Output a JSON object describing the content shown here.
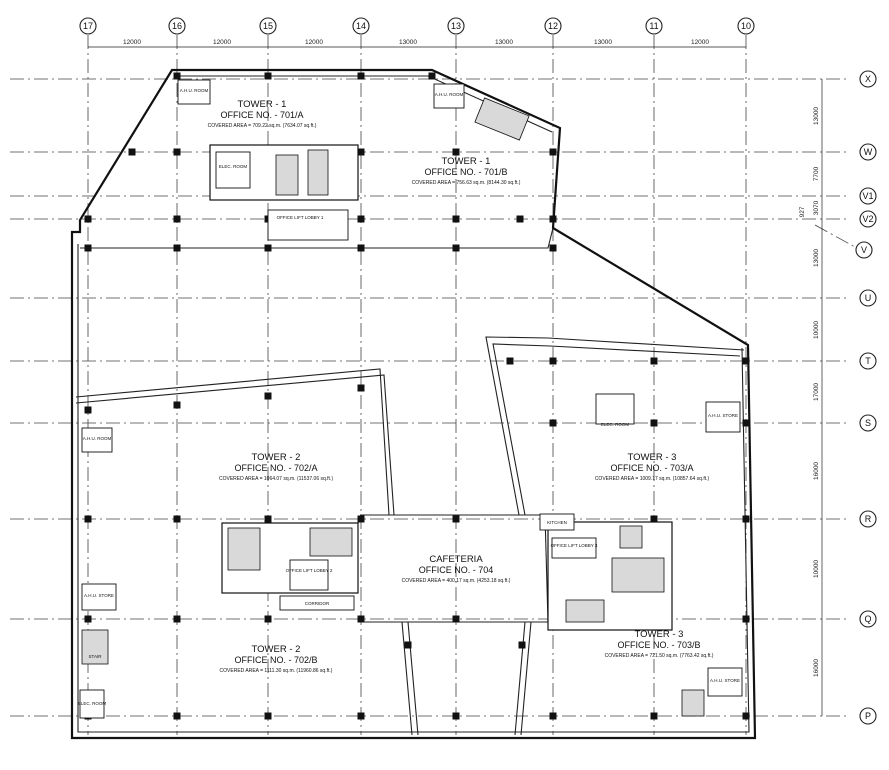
{
  "grid": {
    "columns": [
      "17",
      "16",
      "15",
      "14",
      "13",
      "12",
      "11",
      "10"
    ],
    "column_spacings": [
      "12000",
      "12000",
      "12000",
      "13000",
      "13000",
      "13000",
      "12000"
    ],
    "rows": [
      "X",
      "W",
      "V1",
      "V2",
      "V",
      "U",
      "T",
      "S",
      "R",
      "Q",
      "P"
    ],
    "row_spacings": [
      "13000",
      "7700",
      "3070",
      "13000",
      "10000",
      "17000",
      "16000",
      "10000",
      "16000"
    ],
    "row_small_dim": "927"
  },
  "units": {
    "tower1a": {
      "title": "TOWER - 1",
      "office": "OFFICE NO. - 701/A",
      "area": "COVERED AREA = 709.22 sq.m. (7634.07 sq.ft.)"
    },
    "tower1b": {
      "title": "TOWER - 1",
      "office": "OFFICE NO. - 701/B",
      "area": "COVERED AREA = 756.63 sq.m. (8144.30 sq.ft.)"
    },
    "tower2a": {
      "title": "TOWER - 2",
      "office": "OFFICE NO. - 702/A",
      "area": "COVERED AREA = 1064.07 sq.m. (11537.06 sq.ft.)"
    },
    "tower2b": {
      "title": "TOWER - 2",
      "office": "OFFICE NO. - 702/B",
      "area": "COVERED AREA = 1111.30 sq.m. (11960.86 sq.ft.)"
    },
    "tower3a": {
      "title": "TOWER - 3",
      "office": "OFFICE NO. - 703/A",
      "area": "COVERED AREA = 1009.17 sq.m. (10857.64 sq.ft.)"
    },
    "tower3b": {
      "title": "TOWER - 3",
      "office": "OFFICE NO. - 703/B",
      "area": "COVERED AREA = 721.50 sq.m. (7763.42 sq.ft.)"
    },
    "cafeteria": {
      "title": "CAFETERIA",
      "office": "OFFICE NO. - 704",
      "area": "COVERED AREA = 400.17 sq.m. (4253.18 sq.ft.)"
    }
  },
  "rooms": {
    "lift_lobby_1": "OFFICE LIFT LOBBY 1",
    "lift_lobby_2": "OFFICE LIFT LOBBY 2",
    "lift_lobby_3": "OFFICE LIFT LOBBY 3",
    "corridor": "CORRIDOR",
    "elec_1": "ELEC. ROOM",
    "elec_3": "ELEC. ROOM",
    "ahu_1a": "A.H.U. ROOM",
    "ahu_1b": "A.H.U. ROOM",
    "ahu_2": "A.H.U. ROOM",
    "ahu_2b": "A.H.U. STORE",
    "ahu_3a": "A.H.U. STORE",
    "ahu_3b": "A.H.U. STORE",
    "kitchen": "KITCHEN",
    "stair": "STAIR",
    "elec_2b": "ELEC. ROOM"
  }
}
